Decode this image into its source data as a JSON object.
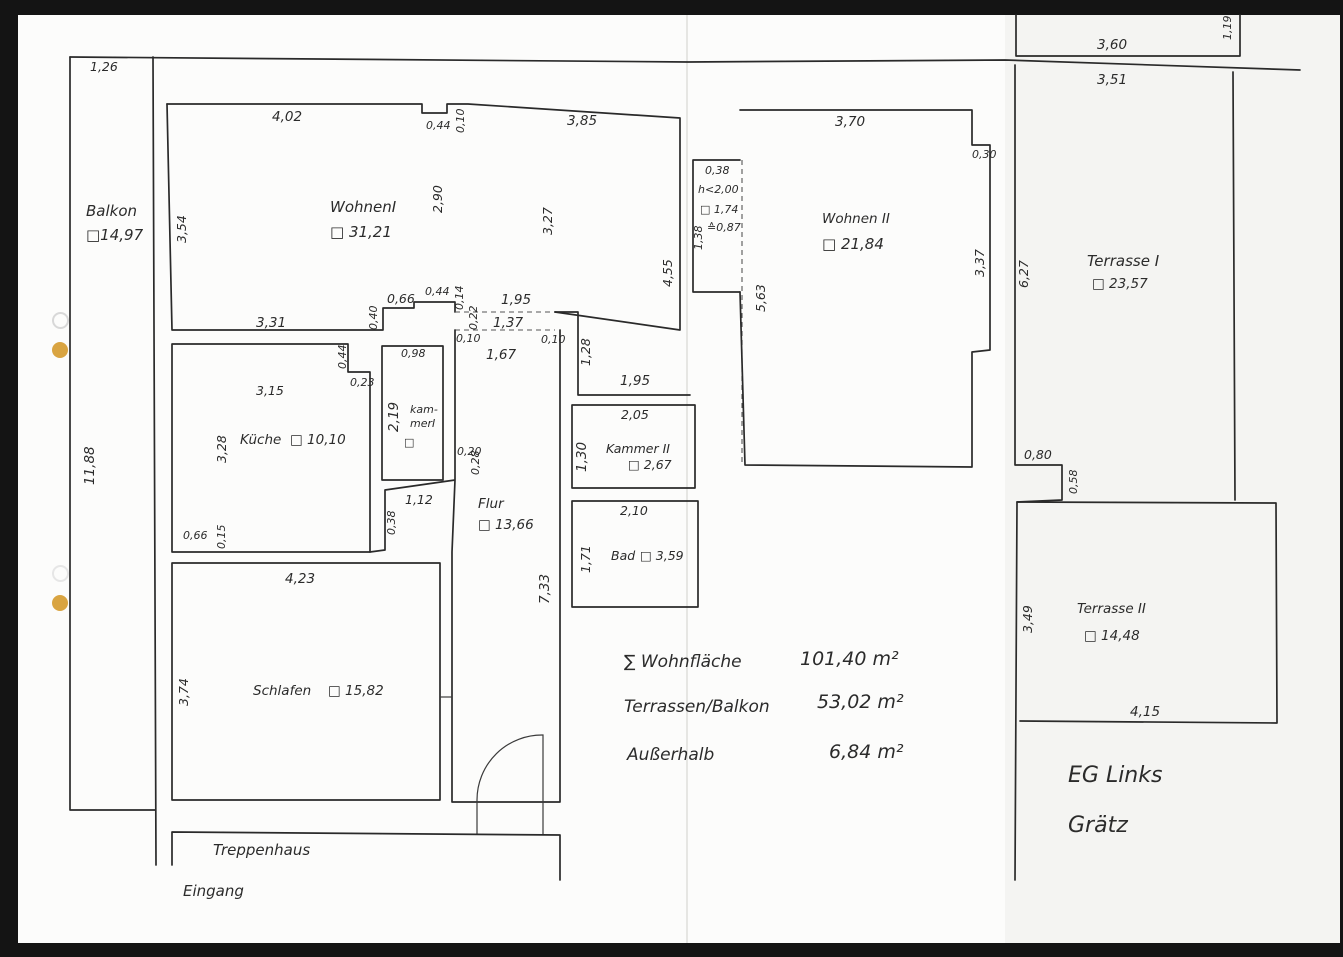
{
  "rooms": {
    "balkon": {
      "name": "Balkon",
      "area": "□14,97"
    },
    "wohnen1": {
      "name": "WohnenI",
      "area": "□ 31,21"
    },
    "wohnen2": {
      "name": "Wohnen II",
      "area": "□ 21,84"
    },
    "terrasse1": {
      "name": "Terrasse I",
      "area": "□ 23,57"
    },
    "terrasse2": {
      "name": "Terrasse II",
      "area": "□ 14,48"
    },
    "kueche": {
      "name": "Küche",
      "area": "□ 10,10"
    },
    "kammer1": {
      "name": "kam-",
      "name2": "merI",
      "area": "□"
    },
    "kammer2": {
      "name": "Kammer II",
      "area": "□ 2,67"
    },
    "flur": {
      "name": "Flur",
      "area": "□ 13,66"
    },
    "bad": {
      "name": "Bad",
      "area": "□ 3,59"
    },
    "schlafen": {
      "name": "Schlafen",
      "area": "□ 15,82"
    },
    "treppenhaus": {
      "name": "Treppenhaus"
    },
    "eingang": {
      "name": "Eingang"
    }
  },
  "dimensions": {
    "d126": "1,26",
    "d402": "4,02",
    "d044a": "0,44",
    "d010": "0,10",
    "d385": "3,85",
    "d370": "3,70",
    "d360": "3,60",
    "d351": "3,51",
    "d119": "1,19",
    "d354": "3,54",
    "d290": "2,90",
    "d327": "3,27",
    "d455": "4,55",
    "d030": "0,30",
    "d337": "3,37",
    "d627": "6,27",
    "d563": "5,63",
    "d038": "0,38",
    "dh200": "h<2,00",
    "d174": "□ 1,74",
    "d087": "≙0,87",
    "d138": "1,38",
    "d331": "3,31",
    "d066a": "0,66",
    "d044b": "0,44",
    "d014": "0,14",
    "d040": "0,40",
    "d195a": "1,95",
    "d137": "1,37",
    "d022": "0,22",
    "d010b": "0,10",
    "d010c": "0,10",
    "d167": "1,67",
    "d128": "1,28",
    "d195b": "1,95",
    "d205": "2,05",
    "d130": "1,30",
    "d210": "2,10",
    "d171": "1,71",
    "d733": "7,33",
    "d315": "3,15",
    "d044c": "0,44",
    "d023": "0,23",
    "d098": "0,98",
    "d219": "2,19",
    "d328": "3,28",
    "d020": "0,20",
    "d028": "0,28",
    "d112": "1,12",
    "d038b": "0,38",
    "d066b": "0,66",
    "d015": "0,15",
    "d1188": "11,88",
    "d423": "4,23",
    "d374": "3,74",
    "d080": "0,80",
    "d058": "0,58",
    "d349": "3,49",
    "d415": "4,15"
  },
  "summary": {
    "wohn_label": "∑ Wohnfläche",
    "wohn_value": "101,40 m²",
    "terr_label": "Terrassen/Balkon",
    "terr_value": "53,02 m²",
    "auss_label": "Außerhalb",
    "auss_value": "6,84 m²"
  },
  "footer": {
    "line1": "EG Links",
    "line2": "Grätz"
  },
  "colors": {
    "ink": "#2b2b2b",
    "paper": "#fcfcfb",
    "background": "#141414",
    "hole_gold": "#d9a441"
  }
}
